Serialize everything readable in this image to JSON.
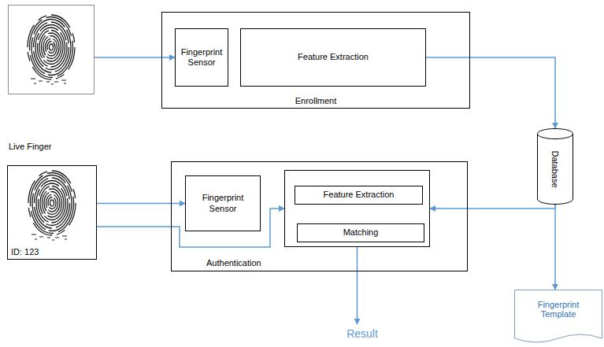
{
  "diagram": {
    "nodes": [
      {
        "text": []
      },
      {
        "text": [
          "Enrollment"
        ]
      },
      {
        "text": [
          "Fingerprint Sensor"
        ],
        "in": 1
      },
      {
        "text": [
          "Feature Extraction"
        ],
        "in": 1
      },
      {
        "text": [
          "Database"
        ]
      },
      {
        "text": [
          "Live Finger",
          "ID: 123"
        ]
      },
      {
        "text": [
          "Authentication"
        ]
      },
      {
        "text": [
          "Fingerprint Sensor"
        ],
        "in": 6
      },
      {
        "text": [],
        "in": 6
      },
      {
        "text": [
          "Feature Extraction"
        ],
        "in": 8
      },
      {
        "text": [
          "Matching"
        ],
        "in": 8
      },
      {
        "text": [
          "Result"
        ]
      },
      {
        "text": [
          "Fingerprint Template"
        ]
      }
    ],
    "edges": [
      {
        "from": 0,
        "to": 2,
        "arrow": "to"
      },
      {
        "from": 3,
        "to": 4,
        "arrow": "to"
      },
      {
        "from": 5,
        "to": 7,
        "arrow": "to"
      },
      {
        "from": 5,
        "to": 8,
        "arrow": "to"
      },
      {
        "from": 4,
        "to": 8,
        "arrow": "to"
      },
      {
        "from": 4,
        "to": 12,
        "arrow": "to"
      },
      {
        "from": 8,
        "to": 11,
        "arrow": "to"
      }
    ]
  }
}
